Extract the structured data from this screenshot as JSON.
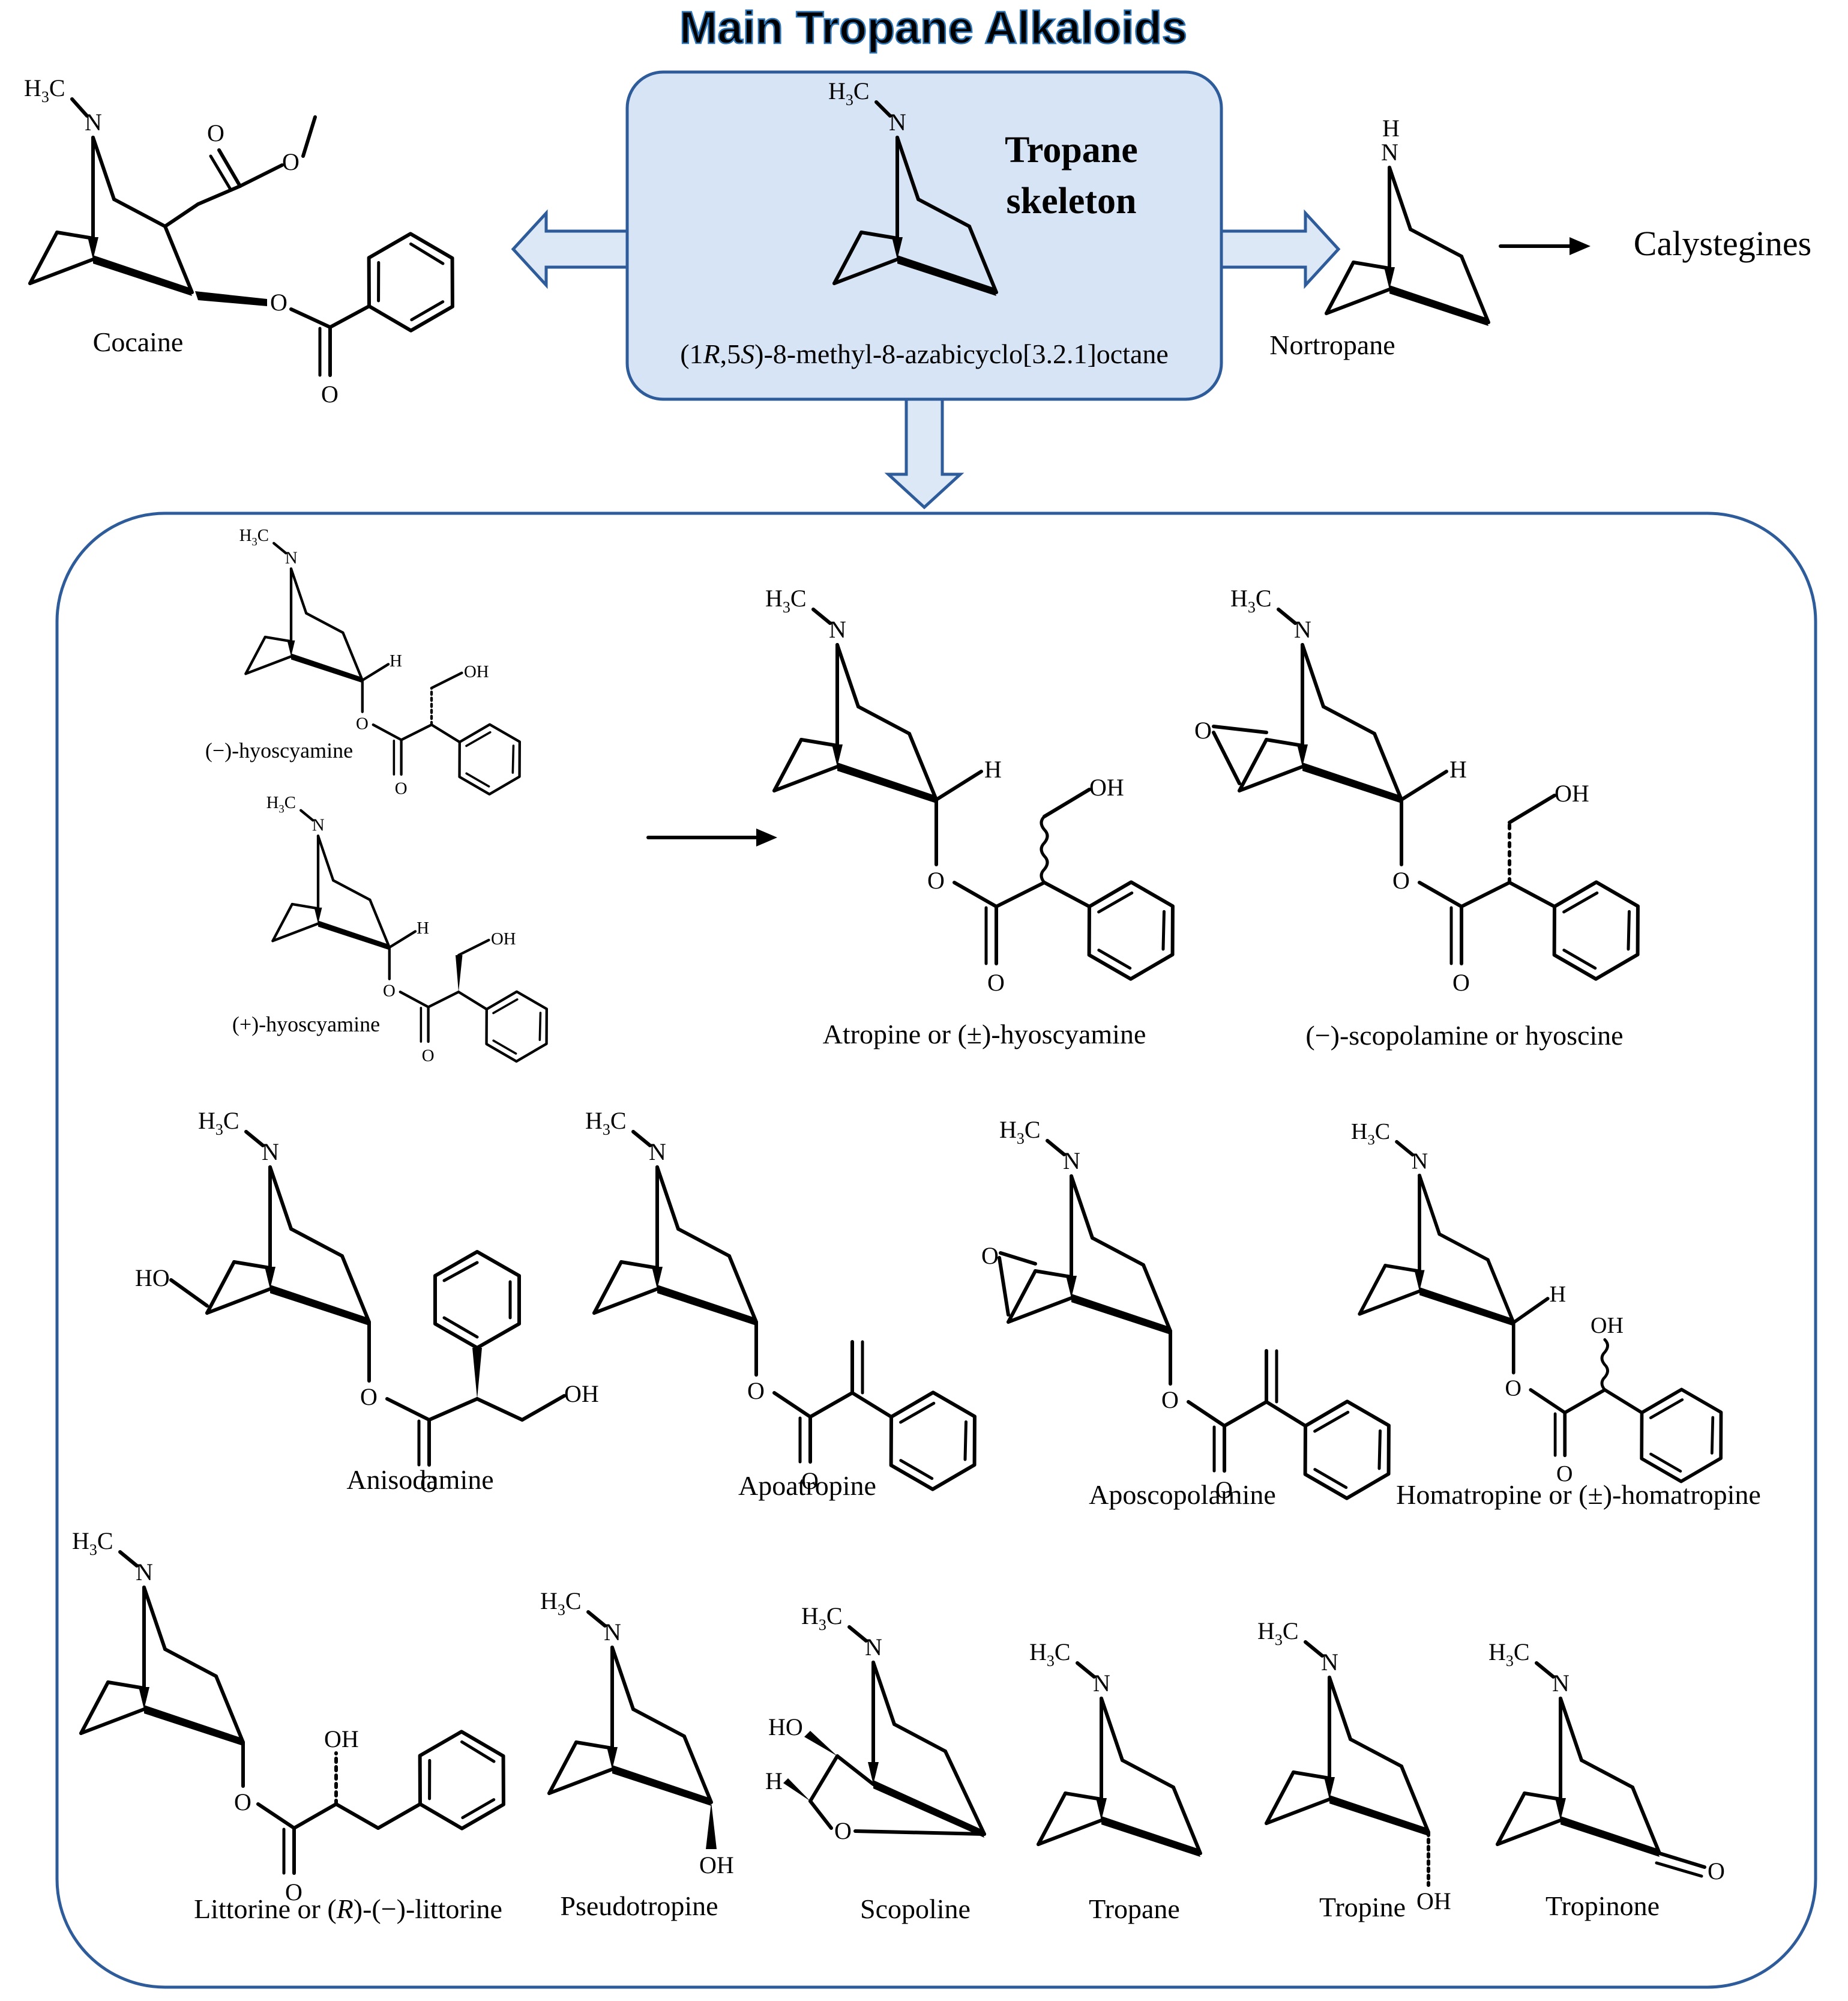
{
  "title": "Main Tropane Alkaloids",
  "colors": {
    "title_fill": "#5b9bd5",
    "title_outline": "#2e75b6",
    "skeleton_box_fill": "#d6e4f5",
    "box_stroke": "#2e5c9a",
    "arrow_fill": "#dce8f6",
    "arrow_stroke": "#2e5c9a"
  },
  "center": {
    "heading_line1": "Tropane",
    "heading_line2": "skeleton",
    "iupac_pre": "(1",
    "iupac_R": "R",
    "iupac_mid": ",5",
    "iupac_S": "S",
    "iupac_post": ")-8-methyl-8-azabicyclo[3.2.1]octane"
  },
  "derived_label": "Calystegines",
  "compounds": {
    "cocaine": "Cocaine",
    "nortropane": "Nortropane",
    "minus_hyoscyamine": "(−)-hyoscyamine",
    "plus_hyoscyamine": "(+)-hyoscyamine",
    "atropine": "Atropine or (±)-hyoscyamine",
    "scopolamine": "(−)-scopolamine or hyoscine",
    "anisodamine": "Anisodamine",
    "apoatropine": "Apoatropine",
    "aposcopolamine": "Aposcopolamine",
    "homatropine": "Homatropine or (±)-homatropine",
    "littorine_pre": "Littorine or (",
    "littorine_R": "R",
    "littorine_post": ")-(−)-littorine",
    "pseudotropine": "Pseudotropine",
    "scopoline": "Scopoline",
    "tropane": "Tropane",
    "tropine": "Tropine",
    "tropinone": "Tropinone"
  },
  "atoms": {
    "n": "N",
    "nh": "H",
    "h3c_h": "H",
    "h3c_3": "3",
    "h3c_c": "C",
    "o": "O",
    "oh": "OH",
    "ho": "HO",
    "h": "H"
  },
  "icons": [
    "block-arrow-left-icon",
    "block-arrow-right-icon",
    "block-arrow-down-icon",
    "reaction-arrow-icon"
  ]
}
